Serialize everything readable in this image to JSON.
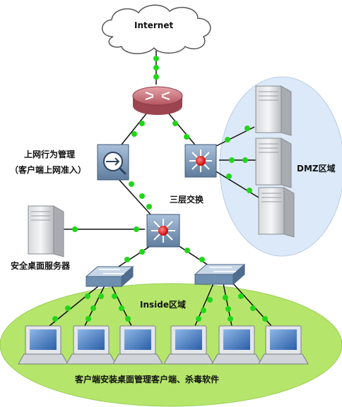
{
  "cloud": {
    "label": "Internet"
  },
  "nodes": {
    "behavior_manager": {
      "line1": "上网行为管理",
      "line2": "（客户端上网准入）"
    },
    "core_switch": {
      "label": "三层交换"
    },
    "dmz": {
      "label": "DMZ区域"
    },
    "desktop_server": {
      "label": "安全桌面服务器"
    },
    "inside": {
      "label": "Inside区域"
    },
    "clients": {
      "label": "客户端安装桌面管理客户端、杀毒软件"
    }
  },
  "colors": {
    "link_dot": "#22d61a",
    "dmz_zone": "#dce9f8",
    "inside_zone": "#b5e66b",
    "device_blue": "#6f8fb0",
    "router_red": "#c8707a"
  }
}
